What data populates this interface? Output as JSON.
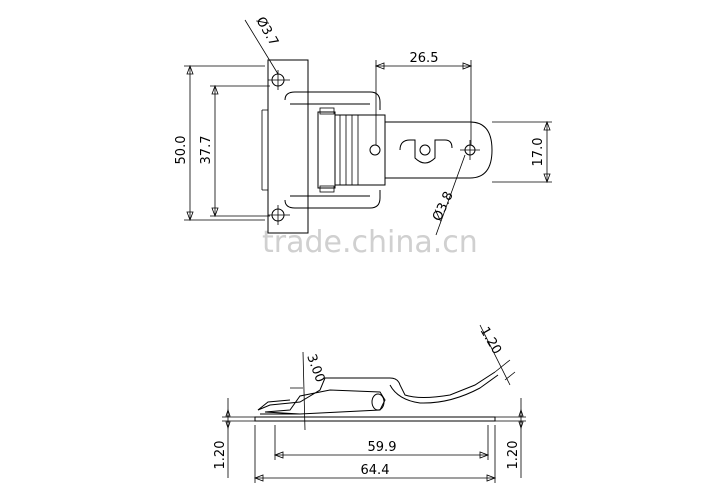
{
  "top_view": {
    "hole_top_dia": "Ø3.7",
    "overall_height": "50.0",
    "hole_spacing": "37.7",
    "hook_length": "26.5",
    "hook_width": "17.0",
    "hook_hole_dia": "Ø3.8"
  },
  "side_view": {
    "thickness_top": "1.20",
    "offset": "3.00",
    "thickness_left": "1.20",
    "thickness_right": "1.20",
    "inner_length": "59.9",
    "overall_length": "64.4"
  },
  "watermark": "trade.china.cn"
}
